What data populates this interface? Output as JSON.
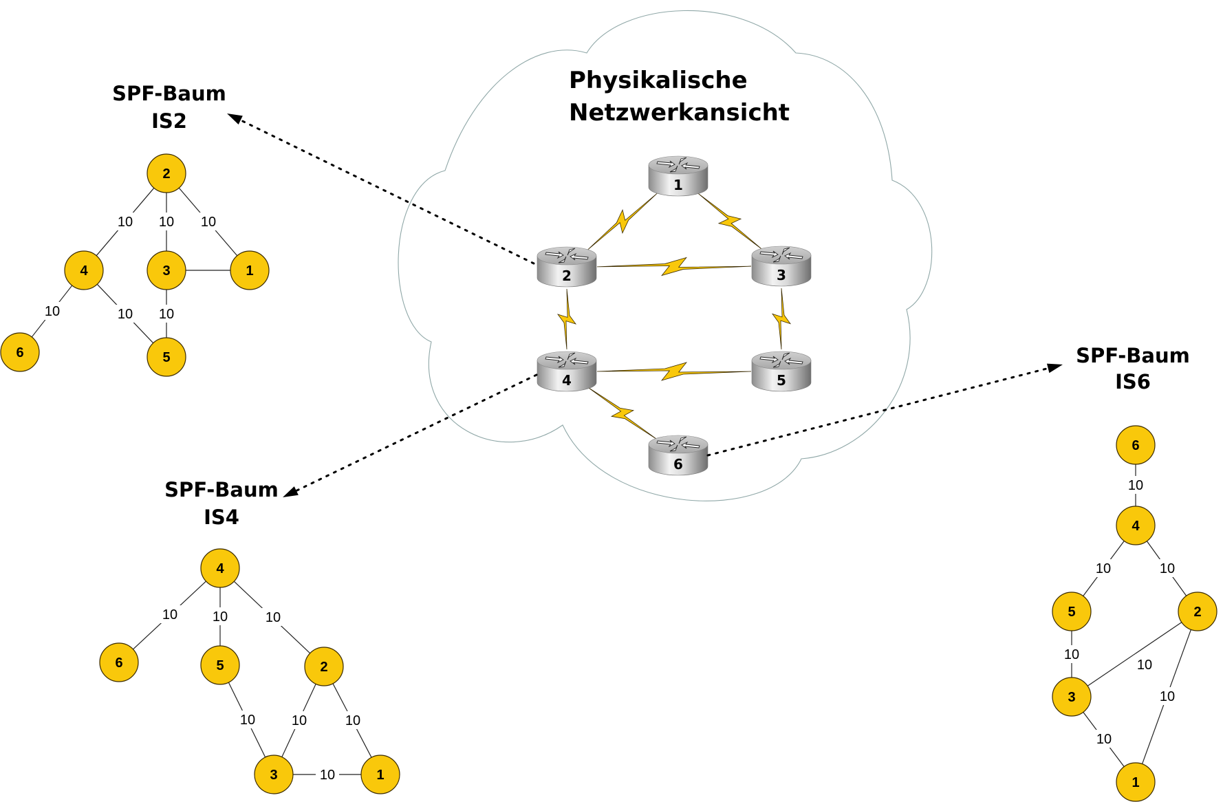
{
  "cloud": {
    "title_line1": "Physikalische",
    "title_line2": "Netzwerkansicht",
    "routers": [
      {
        "id": "1",
        "label": "1"
      },
      {
        "id": "2",
        "label": "2"
      },
      {
        "id": "3",
        "label": "3"
      },
      {
        "id": "4",
        "label": "4"
      },
      {
        "id": "5",
        "label": "5"
      },
      {
        "id": "6",
        "label": "6"
      }
    ],
    "links": [
      [
        "1",
        "2"
      ],
      [
        "1",
        "3"
      ],
      [
        "2",
        "3"
      ],
      [
        "2",
        "4"
      ],
      [
        "3",
        "5"
      ],
      [
        "4",
        "5"
      ],
      [
        "4",
        "6"
      ]
    ]
  },
  "trees": [
    {
      "id": "is2",
      "title_line1": "SPF-Baum",
      "title_line2": "IS2",
      "source_router": "2",
      "nodes": [
        "2",
        "4",
        "3",
        "1",
        "6",
        "5"
      ],
      "edges": [
        {
          "from": "2",
          "to": "4",
          "weight": "10"
        },
        {
          "from": "2",
          "to": "3",
          "weight": "10"
        },
        {
          "from": "2",
          "to": "1",
          "weight": "10"
        },
        {
          "from": "3",
          "to": "1",
          "weight": ""
        },
        {
          "from": "4",
          "to": "6",
          "weight": "10"
        },
        {
          "from": "4",
          "to": "5",
          "weight": "10"
        },
        {
          "from": "3",
          "to": "5",
          "weight": "10"
        }
      ]
    },
    {
      "id": "is4",
      "title_line1": "SPF-Baum",
      "title_line2": "IS4",
      "source_router": "4",
      "nodes": [
        "4",
        "6",
        "5",
        "2",
        "3",
        "1"
      ],
      "edges": [
        {
          "from": "4",
          "to": "6",
          "weight": "10"
        },
        {
          "from": "4",
          "to": "5",
          "weight": "10"
        },
        {
          "from": "4",
          "to": "2",
          "weight": "10"
        },
        {
          "from": "5",
          "to": "3",
          "weight": "10"
        },
        {
          "from": "2",
          "to": "3",
          "weight": "10"
        },
        {
          "from": "2",
          "to": "1",
          "weight": "10"
        },
        {
          "from": "3",
          "to": "1",
          "weight": "10"
        }
      ]
    },
    {
      "id": "is6",
      "title_line1": "SPF-Baum",
      "title_line2": "IS6",
      "source_router": "6",
      "nodes": [
        "6",
        "4",
        "5",
        "2",
        "3",
        "1"
      ],
      "edges": [
        {
          "from": "6",
          "to": "4",
          "weight": "10"
        },
        {
          "from": "4",
          "to": "5",
          "weight": "10"
        },
        {
          "from": "4",
          "to": "2",
          "weight": "10"
        },
        {
          "from": "5",
          "to": "3",
          "weight": "10"
        },
        {
          "from": "2",
          "to": "3",
          "weight": "10"
        },
        {
          "from": "2",
          "to": "1",
          "weight": "10"
        },
        {
          "from": "3",
          "to": "1",
          "weight": "10"
        }
      ]
    }
  ]
}
